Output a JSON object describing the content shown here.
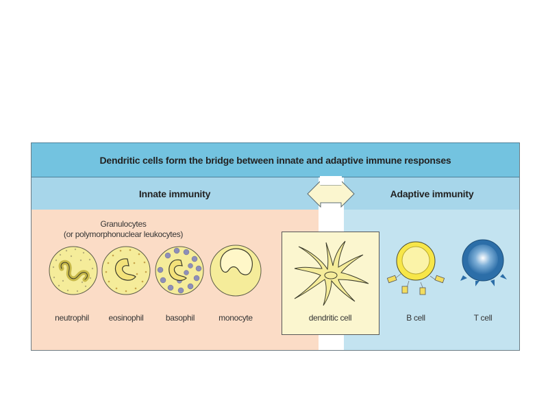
{
  "title": "Dendritic cells form the bridge between innate and adaptive immune responses",
  "innate_heading": "Innate immunity",
  "adaptive_heading": "Adaptive immunity",
  "granulocytes_label": {
    "line1": "Granulocytes",
    "line2": "(or polymorphonuclear leukocytes)"
  },
  "cells": {
    "neutrophil": "neutrophil",
    "eosinophil": "eosinophil",
    "basophil": "basophil",
    "monocyte": "monocyte",
    "dendritic": "dendritic cell",
    "b_cell": "B cell",
    "t_cell": "T cell"
  },
  "colors": {
    "title_band": "#73c3e0",
    "subhead_band": "#a7d6ea",
    "innate_panel": "#fbdcc6",
    "adaptive_panel": "#c3e3f0",
    "cell_fill": "#f5ec9a",
    "b_cell": "#f7e649",
    "t_cell": "#2c6ea8"
  }
}
